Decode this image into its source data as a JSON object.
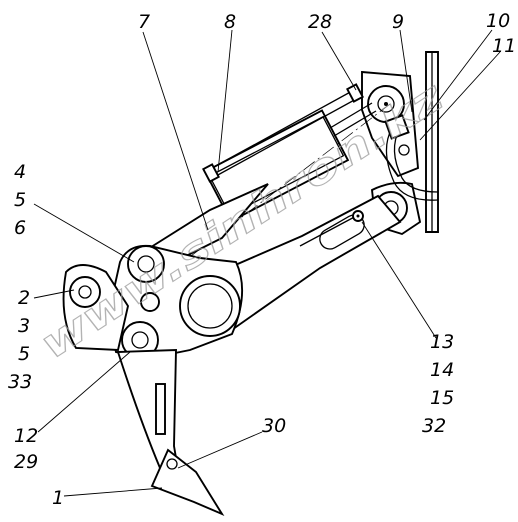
{
  "callouts": {
    "c7": "7",
    "c8": "8",
    "c28": "28",
    "c9": "9",
    "c10": "10",
    "c11": "11",
    "c4": "4",
    "c5a": "5",
    "c6": "6",
    "c2": "2",
    "c3": "3",
    "c5b": "5",
    "c33": "33",
    "c12": "12",
    "c29": "29",
    "c30": "30",
    "c1": "1",
    "c13": "13",
    "c14": "14",
    "c15": "15",
    "c32": "32"
  },
  "watermark": "www.sinhron.kz"
}
